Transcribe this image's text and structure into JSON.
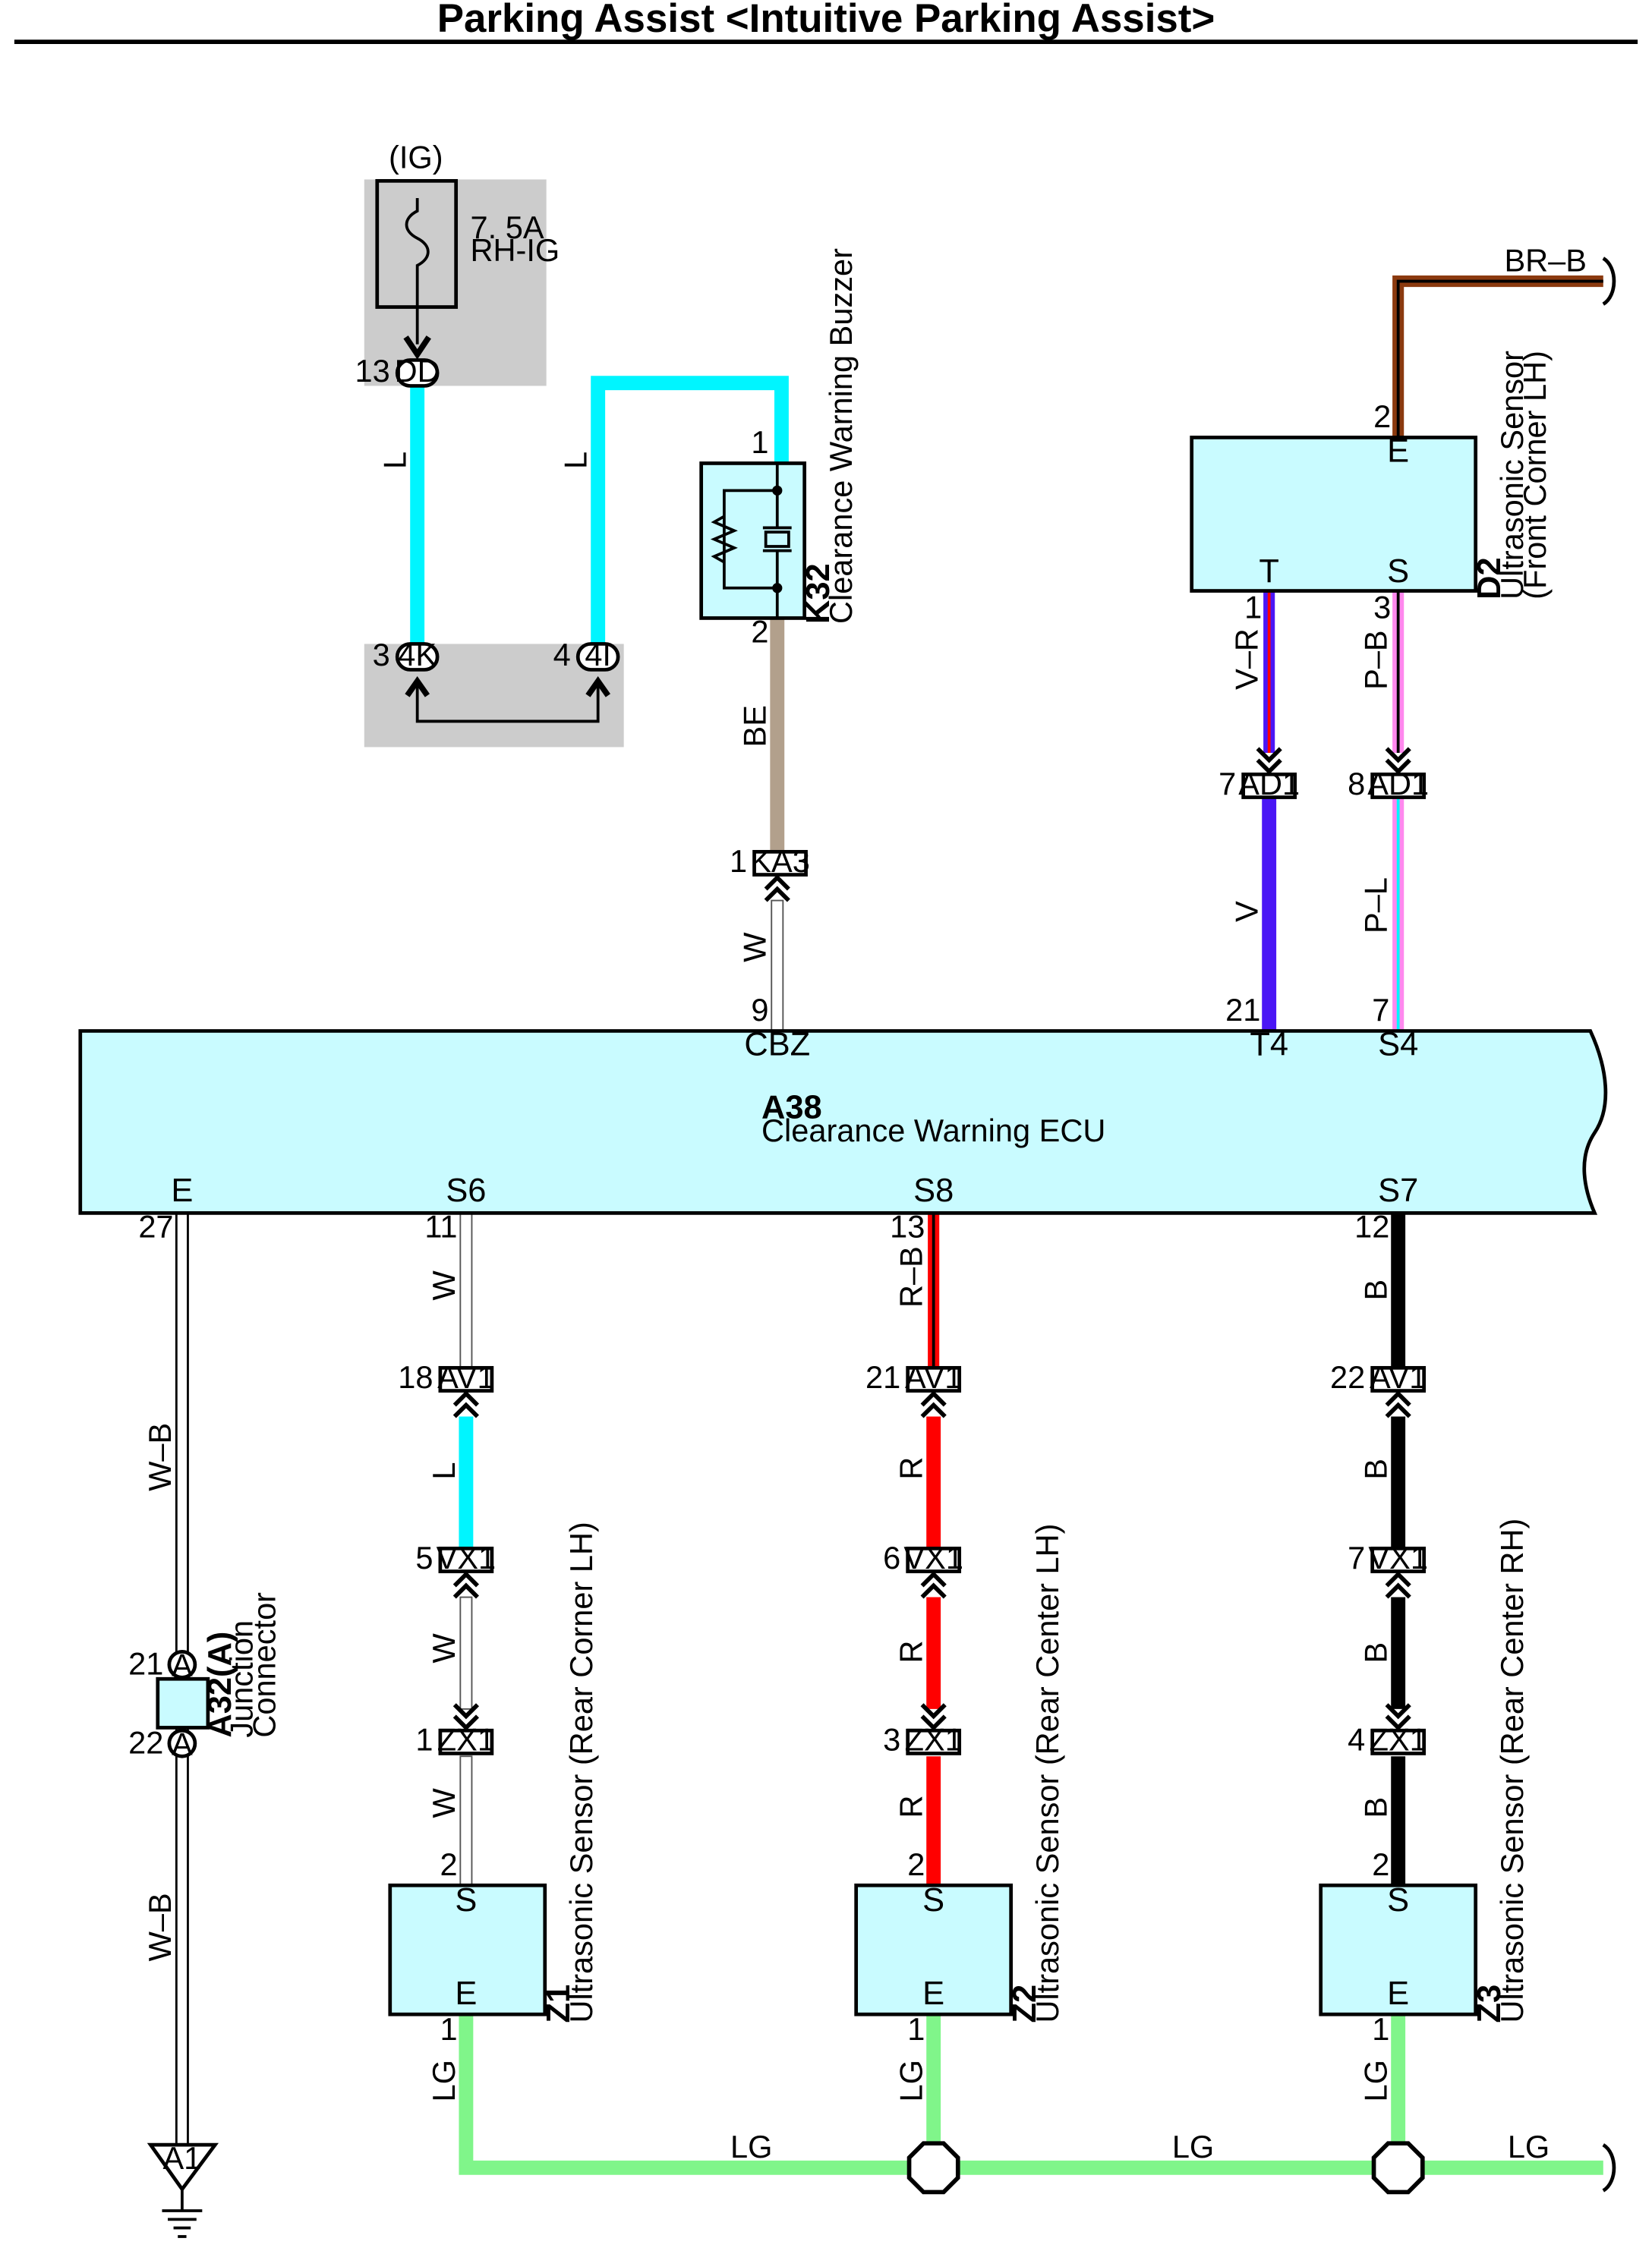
{
  "title": "Parking Assist <Intuitive Parking Assist>",
  "colors": {
    "L": "#00f5ff",
    "BE": "#b2a08c",
    "V": "#4a16f5",
    "R": "#ff0000",
    "B": "#000000",
    "LG": "#80f58a",
    "BR": "#8b3a0f",
    "P": "#ff88ee",
    "component_fill": "#c9fbff",
    "relay_box_fill": "#cccccc"
  },
  "fuse": {
    "source": "(IG)",
    "rating": "7. 5A",
    "name": "RH-IG"
  },
  "connectors": {
    "DD": "DD",
    "K4": "4K",
    "I4": "4I",
    "KA3": "KA3",
    "AD1": "AD1",
    "AV1": "AV1",
    "VX1": "VX1",
    "ZX1": "ZX1",
    "A": "A",
    "A1": "A1"
  },
  "pins": {
    "dd": "13",
    "k4": "3",
    "i4": "4",
    "k32_1": "1",
    "k32_2": "2",
    "ka3": "1",
    "ecu_cbz": "9",
    "ecu_t4": "21",
    "ecu_s4": "7",
    "ad1_v": "7",
    "ad1_p": "8",
    "d2_e": "2",
    "d2_t": "1",
    "d2_s": "3",
    "ecu_e": "27",
    "ecu_s6": "11",
    "ecu_s8": "13",
    "ecu_s7": "12",
    "av1_a": "18",
    "av1_b": "21",
    "av1_c": "22",
    "vx1_a": "5",
    "vx1_b": "6",
    "vx1_c": "7",
    "zx1_a": "1",
    "zx1_b": "3",
    "zx1_c": "4",
    "z_s": "2",
    "z_e": "1",
    "a32_in": "21",
    "a32_out": "22"
  },
  "wires": {
    "L": "L",
    "BE": "BE",
    "W": "W",
    "VR": "V–R",
    "PB": "P–B",
    "V": "V",
    "PL": "P–L",
    "BRB": "BR–B",
    "WB": "W–B",
    "RB": "R–B",
    "R": "R",
    "B": "B",
    "LG": "LG"
  },
  "components": {
    "k32": {
      "id": "K32",
      "name": "Clearance Warning Buzzer"
    },
    "d2": {
      "id": "D2",
      "name": "Ultrasonic Sensor",
      "sub": "(Front Corner LH)",
      "t_E": "E",
      "t_T": "T",
      "t_S": "S"
    },
    "ecu": {
      "id": "A38",
      "name": "Clearance Warning ECU",
      "t_CBZ": "CBZ",
      "t_T4": "T4",
      "t_S4": "S4",
      "t_E": "E",
      "t_S6": "S6",
      "t_S8": "S8",
      "t_S7": "S7"
    },
    "a32": {
      "id": "A32(A)",
      "name1": "Junction",
      "name2": "Connector"
    },
    "z1": {
      "id": "Z1",
      "name": "Ultrasonic Sensor (Rear Corner LH)",
      "t_S": "S",
      "t_E": "E"
    },
    "z2": {
      "id": "Z2",
      "name": "Ultrasonic Sensor (Rear Center LH)",
      "t_S": "S",
      "t_E": "E"
    },
    "z3": {
      "id": "Z3",
      "name": "Ultrasonic Sensor (Rear Center RH)",
      "t_S": "S",
      "t_E": "E"
    }
  }
}
